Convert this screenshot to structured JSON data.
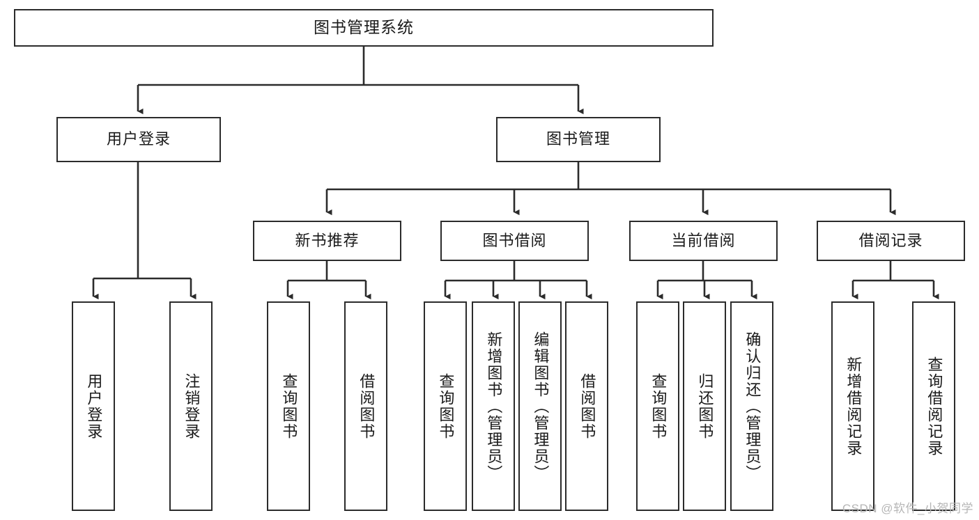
{
  "diagram": {
    "title": "图书管理系统",
    "root": {
      "label": "图书管理系统"
    },
    "level2": [
      {
        "label": "用户登录"
      },
      {
        "label": "图书管理"
      }
    ],
    "level3": [
      {
        "label": "新书推荐"
      },
      {
        "label": "图书借阅"
      },
      {
        "label": "当前借阅"
      },
      {
        "label": "借阅记录"
      }
    ],
    "leaves": {
      "user_login": [
        {
          "label": "用户登录"
        },
        {
          "label": "注销登录"
        }
      ],
      "new_book_recommend": [
        {
          "label": "查询图书"
        },
        {
          "label": "借阅图书"
        }
      ],
      "book_borrow": [
        {
          "label": "查询图书"
        },
        {
          "label": "新增图书（管理员）"
        },
        {
          "label": "编辑图书（管理员）"
        },
        {
          "label": "借阅图书"
        }
      ],
      "current_borrow": [
        {
          "label": "查询图书"
        },
        {
          "label": "归还图书"
        },
        {
          "label": "确认归还（管理员）"
        }
      ],
      "borrow_record": [
        {
          "label": "新增借阅记录"
        },
        {
          "label": "查询借阅记录"
        }
      ]
    }
  },
  "watermark": {
    "text": "CSDN @软件_小贺同学"
  },
  "colors": {
    "border": "#2b2b2b",
    "text": "#1a1a1a",
    "background": "#ffffff",
    "watermark": "#b6b6b6"
  }
}
